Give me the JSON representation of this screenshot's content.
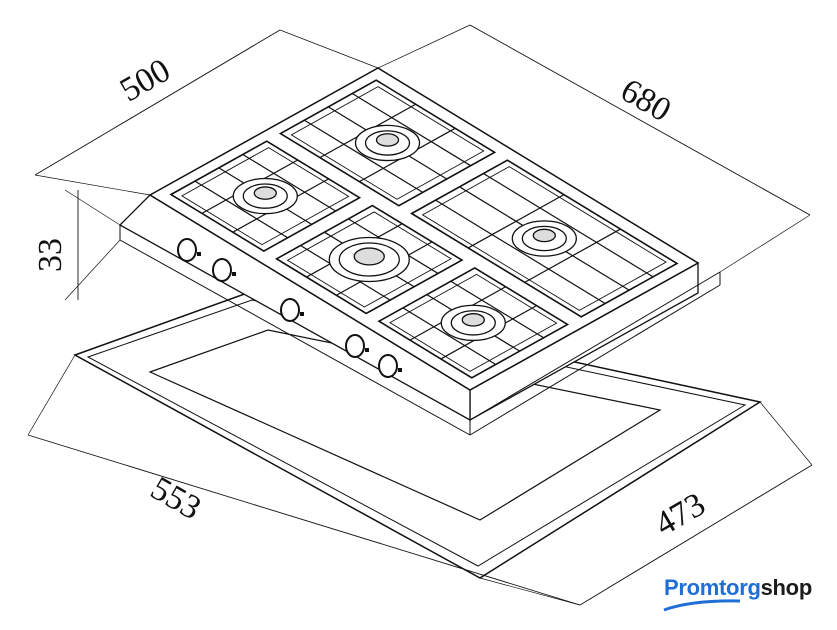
{
  "dimensions": {
    "depth_top": "500",
    "width_top": "680",
    "height": "33",
    "cutout_width": "553",
    "cutout_depth": "473"
  },
  "logo": {
    "part1": "Promtorg",
    "part2": "shop"
  },
  "colors": {
    "line": "#111111",
    "brand_blue": "#1f6fd6",
    "brand_dark": "#1b1b1b"
  }
}
